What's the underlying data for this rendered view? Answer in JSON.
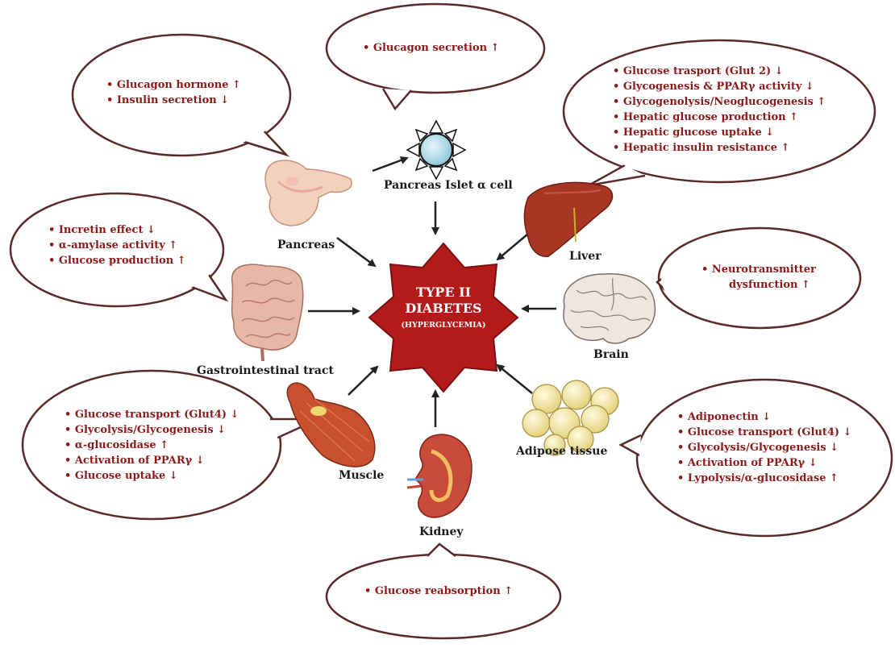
{
  "center": {
    "line1": "TYPE II",
    "line2": "DIABETES",
    "line3": "(HYPERGLYCEMIA)"
  },
  "organs": {
    "pancreas_islet": "Pancreas Islet α cell",
    "pancreas": "Pancreas",
    "liver": "Liver",
    "gi_tract": "Gastrointestinal tract",
    "brain": "Brain",
    "muscle": "Muscle",
    "kidney": "Kidney",
    "adipose": "Adipose tissue"
  },
  "bubbles": {
    "islet": [
      "Glucagon  secretion ↑"
    ],
    "pancreas": [
      "Glucagon hormone ↑",
      "Insulin secretion ↓"
    ],
    "liver": [
      "Glucose trasport (Glut 2) ↓",
      "Glycogenesis & PPARγ activity ↓",
      "Glycogenolysis/Neoglucogenesis ↑",
      "Hepatic glucose production ↑",
      "Hepatic glucose uptake ↓",
      "Hepatic insulin resistance ↑"
    ],
    "gi": [
      "Incretin effect ↓",
      "α-amylase activity ↑",
      "Glucose production ↑"
    ],
    "brain": [
      "Neurotransmitter",
      "dysfunction ↑"
    ],
    "muscle": [
      "Glucose transport (Glut4) ↓",
      "Glycolysis/Glycogenesis ↓",
      "α-glucosidase ↑",
      "Activation of PPARγ ↓",
      "Glucose uptake ↓"
    ],
    "adipose": [
      "Adiponectin ↓",
      "Glucose transport (Glut4) ↓",
      "Glycolysis/Glycogenesis ↓",
      "Activation of PPARγ ↓",
      "Lypolysis/α-glucosidase ↑"
    ],
    "kidney": [
      "Glucose reabsorption ↑"
    ]
  },
  "colors": {
    "star": "#b31b1b",
    "bubble_text": "#8b1a1a",
    "bubble_stroke": "#5a2a2a"
  }
}
